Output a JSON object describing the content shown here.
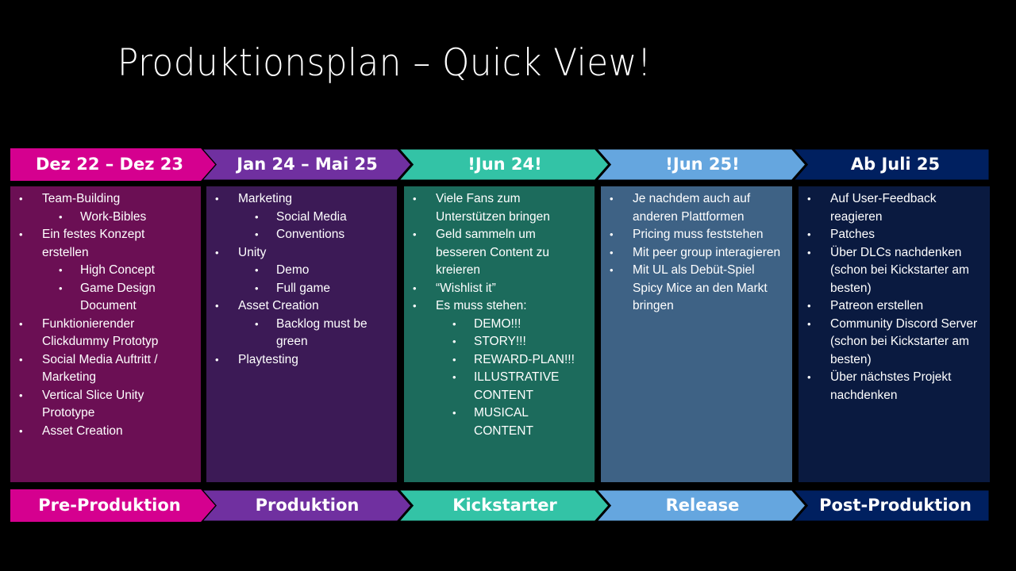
{
  "title": "Produktionsplan – Quick View!",
  "colors": {
    "background": "#000000",
    "chevron_fills": [
      "#d5008f",
      "#7030a0",
      "#33c3a6",
      "#65a6df",
      "#002060"
    ],
    "panel_fills": [
      "#6b0f54",
      "#3c1a56",
      "#1c6b5c",
      "#3e6285",
      "#0a1a40"
    ]
  },
  "date_chevrons": [
    {
      "label": "Dez 22 – Dez 23"
    },
    {
      "label": "Jan 24 – Mai 25"
    },
    {
      "label": "!Jun 24!"
    },
    {
      "label": "!Jun 25!"
    },
    {
      "label": "Ab Juli 25"
    }
  ],
  "phase_chevrons": [
    {
      "label": "Pre-Produktion"
    },
    {
      "label": "Produktion"
    },
    {
      "label": "Kickstarter"
    },
    {
      "label": "Release"
    },
    {
      "label": "Post-Produktion"
    }
  ],
  "bullet_glyph": "•",
  "panels": [
    {
      "items": [
        {
          "level": 0,
          "text": "Team-Building"
        },
        {
          "level": 1,
          "text": "Work-Bibles"
        },
        {
          "level": 0,
          "text": "Ein festes Konzept erstellen"
        },
        {
          "level": 1,
          "text": "High Concept"
        },
        {
          "level": 1,
          "text": "Game Design Document"
        },
        {
          "level": 0,
          "text": "Funktionierender Clickdummy Prototyp"
        },
        {
          "level": 0,
          "text": "Social Media Auftritt / Marketing"
        },
        {
          "level": 0,
          "text": "Vertical Slice Unity Prototype"
        },
        {
          "level": 0,
          "text": "Asset Creation"
        }
      ]
    },
    {
      "items": [
        {
          "level": 0,
          "text": "Marketing"
        },
        {
          "level": 1,
          "text": "Social Media"
        },
        {
          "level": 1,
          "text": "Conventions"
        },
        {
          "level": 0,
          "text": "Unity"
        },
        {
          "level": 1,
          "text": "Demo"
        },
        {
          "level": 1,
          "text": "Full game"
        },
        {
          "level": 0,
          "text": "Asset Creation"
        },
        {
          "level": 1,
          "text": "Backlog must be green"
        },
        {
          "level": 0,
          "text": "Playtesting"
        }
      ]
    },
    {
      "items": [
        {
          "level": 0,
          "text": "Viele Fans zum Unterstützen bringen"
        },
        {
          "level": 0,
          "text": "Geld sammeln um besseren Content zu kreieren"
        },
        {
          "level": 0,
          "text": "“Wishlist it”"
        },
        {
          "level": 0,
          "text": "Es muss stehen:"
        },
        {
          "level": 1,
          "text": "DEMO!!!"
        },
        {
          "level": 1,
          "text": "STORY!!!"
        },
        {
          "level": 1,
          "text": "REWARD-PLAN!!!"
        },
        {
          "level": 1,
          "text": "ILLUSTRATIVE CONTENT"
        },
        {
          "level": 1,
          "text": "MUSICAL CONTENT"
        }
      ]
    },
    {
      "items": [
        {
          "level": 0,
          "text": "Je nachdem auch auf anderen Plattformen"
        },
        {
          "level": 0,
          "text": "Pricing muss feststehen"
        },
        {
          "level": 0,
          "text": "Mit peer group interagieren"
        },
        {
          "level": 0,
          "text": "Mit UL als Debüt-Spiel Spicy Mice an den Markt bringen"
        }
      ]
    },
    {
      "items": [
        {
          "level": 0,
          "text": "Auf User-Feedback reagieren"
        },
        {
          "level": 0,
          "text": "Patches"
        },
        {
          "level": 0,
          "text": "Über DLCs nachdenken (schon bei Kickstarter am besten)"
        },
        {
          "level": 0,
          "text": "Patreon erstellen"
        },
        {
          "level": 0,
          "text": "Community Discord Server (schon bei Kickstarter am besten)"
        },
        {
          "level": 0,
          "text": "Über nächstes Projekt nachdenken"
        }
      ]
    }
  ]
}
